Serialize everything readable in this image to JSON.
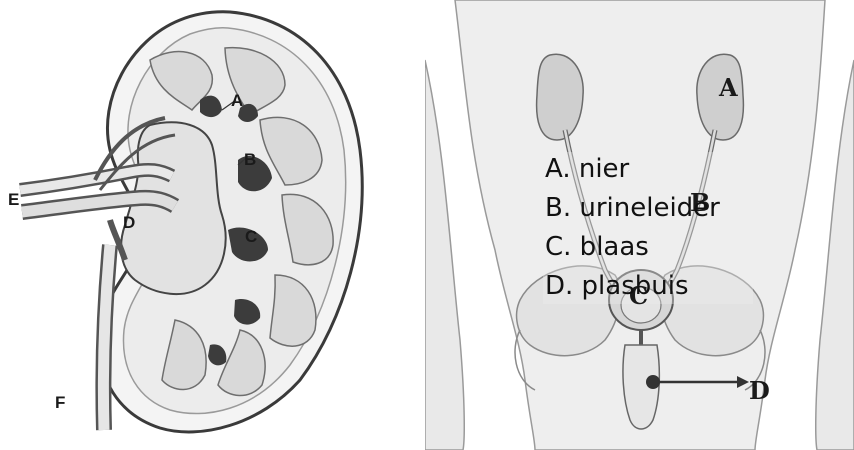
{
  "kidney": {
    "labels": {
      "a": "A",
      "b": "B",
      "c": "C",
      "d": "D",
      "e": "E",
      "f": "F"
    }
  },
  "body": {
    "labels": {
      "a": "A",
      "b": "B",
      "c": "C",
      "d": "D"
    },
    "legend": [
      "A. nier",
      "B. urineleider",
      "C. blaas",
      "D. plasbuis"
    ]
  }
}
